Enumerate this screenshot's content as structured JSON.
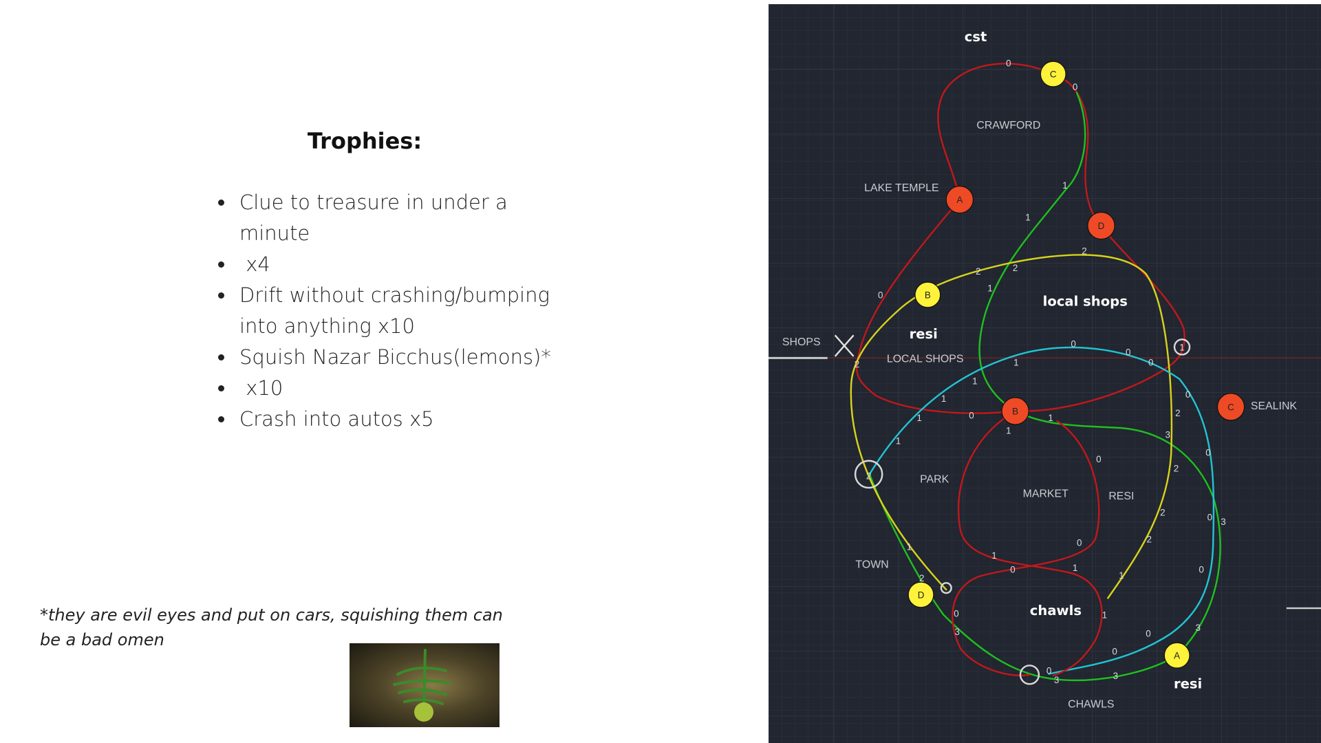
{
  "trophies": {
    "title": "Trophies:",
    "items": [
      "Clue to treasure in under a minute",
      " x4",
      "Drift without crashing/bumping into anything x10",
      "Squish Nazar Bicchus(lemons)*",
      " x10",
      "Crash into autos x5"
    ],
    "footnote": "*they are evil eyes and put on cars, squishing them can be a bad omen"
  },
  "map": {
    "bold_labels": [
      "cst",
      "local shops",
      "resi",
      "chawls",
      "resi"
    ],
    "area_labels": [
      "CRAWFORD",
      "LAKE TEMPLE",
      "SHOPS",
      "LOCAL SHOPS",
      "SEALINK",
      "PARK",
      "MARKET",
      "RESI",
      "TOWN",
      "CHAWLS"
    ],
    "markers": {
      "yellow_c": "C",
      "red_a": "A",
      "red_d": "D",
      "yellow_b": "B",
      "red_b": "B",
      "red_c": "C",
      "yellow_d": "D",
      "yellow_a": "A"
    },
    "ring_labels": [
      "2",
      "1"
    ],
    "segment_numbers": [
      "0",
      "0",
      "1",
      "1",
      "2",
      "2",
      "2",
      "1",
      "0",
      "2",
      "0",
      "0",
      "0",
      "1",
      "1",
      "1",
      "1",
      "1",
      "0",
      "1",
      "1",
      "0",
      "2",
      "3",
      "0",
      "0",
      "2",
      "0",
      "3",
      "2",
      "2",
      "0",
      "1",
      "0",
      "1",
      "1",
      "0",
      "1",
      "2",
      "0",
      "1",
      "3",
      "3",
      "0",
      "0",
      "0",
      "3",
      "3"
    ],
    "colors": {
      "red": "#c0181c",
      "green": "#1fbf1f",
      "yellow": "#d8d21c",
      "cyan": "#22c3d0",
      "marker_red": "#ef4a26",
      "marker_yellow": "#fff23a",
      "background": "#212630"
    }
  }
}
